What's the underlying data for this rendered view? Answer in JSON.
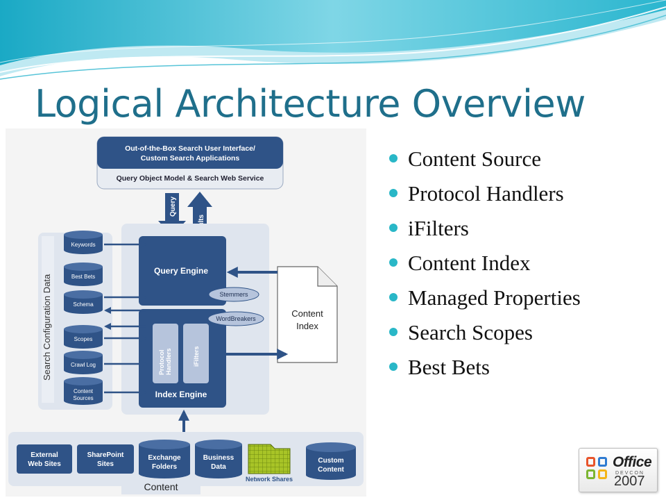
{
  "slide": {
    "title": "Logical Architecture Overview"
  },
  "bullets": [
    "Content Source",
    "Protocol Handlers",
    "iFilters",
    "Content Index",
    "Managed Properties",
    "Search Scopes",
    "Best Bets"
  ],
  "diagram": {
    "ui_line1": "Out-of-the-Box Search User Interface/",
    "ui_line2": "Custom Search Applications",
    "query_om": "Query Object Model & Search Web Service",
    "query_arrow": "Query",
    "results_arrow": "Results",
    "side_label": "Search Configuration Data",
    "config_stores": [
      "Keywords",
      "Best Bets",
      "Schema",
      "Scopes",
      "Crawl Log",
      "Content",
      "Sources"
    ],
    "query_engine": "Query Engine",
    "stemmers": "Stemmers",
    "wordbreakers": "WordBreakers",
    "protocol_handlers_1": "Protocol",
    "protocol_handlers_2": "Handlers",
    "ifilters": "iFilters",
    "index_engine": "Index Engine",
    "content_index_1": "Content",
    "content_index_2": "Index",
    "sources": {
      "external_1": "External",
      "external_2": "Web Sites",
      "sharepoint_1": "SharePoint",
      "sharepoint_2": "Sites",
      "exchange_1": "Exchange",
      "exchange_2": "Folders",
      "business_1": "Business",
      "business_2": "Data",
      "network_shares": "Network Shares",
      "custom_1": "Custom",
      "custom_2": "Content"
    },
    "content_label": "Content"
  },
  "logo": {
    "office": "Office",
    "devcon": "DEVCON",
    "year": "2007"
  },
  "colors": {
    "title": "#1f6f8b",
    "bullet_dot": "#29b7c7",
    "diagram_navy": "#2f5387",
    "panel_light": "#dfe5ee",
    "network_green": "#9bbb1f"
  }
}
